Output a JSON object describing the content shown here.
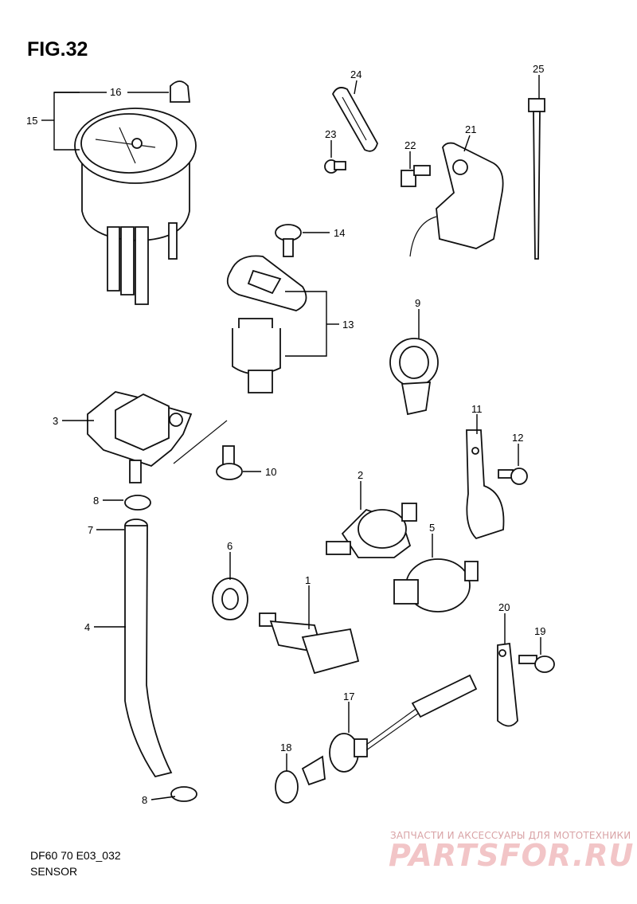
{
  "figure": {
    "title": "FIG.32",
    "code": "DF60 70 E03_032",
    "caption": "SENSOR"
  },
  "callouts": [
    "1",
    "2",
    "3",
    "4",
    "5",
    "6",
    "7",
    "8",
    "8",
    "9",
    "10",
    "11",
    "12",
    "13",
    "14",
    "15",
    "16",
    "17",
    "18",
    "19",
    "20",
    "21",
    "22",
    "23",
    "24",
    "25"
  ],
  "watermark": {
    "tagline": "ЗАПЧАСТИ И АКСЕССУАРЫ ДЛЯ МОТОТЕХНИКИ",
    "brand": "PARTSFOR.RU"
  },
  "colors": {
    "line": "#000000",
    "watermark": "#f2c5c7"
  }
}
